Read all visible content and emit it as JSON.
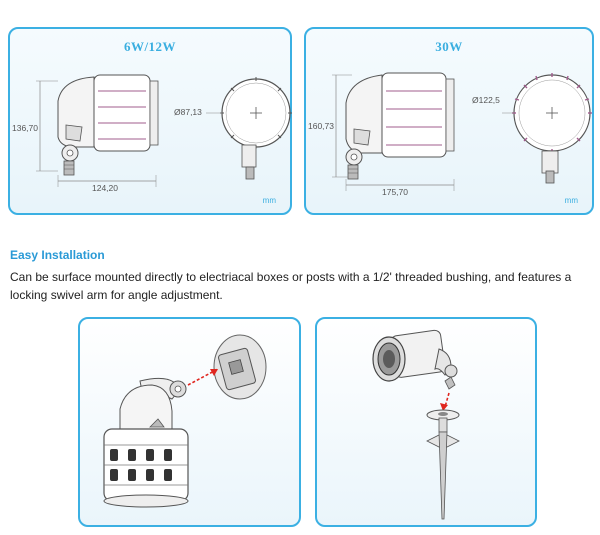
{
  "spec_panels": [
    {
      "title": "6W/12W",
      "height_dim": "136,70",
      "width_dim": "124,20",
      "diameter_dim": "Ø87,13",
      "unit": "mm"
    },
    {
      "title": "30W",
      "height_dim": "160,73",
      "width_dim": "175,70",
      "diameter_dim": "Ø122,5",
      "unit": "mm"
    }
  ],
  "installation": {
    "title": "Easy Installation",
    "description": "Can be surface mounted directly to electriacal boxes or posts with a 1/2' threaded bushing, and features a locking swivel arm for angle adjustment."
  },
  "colors": {
    "accent": "#3aaee0",
    "panel_border": "#3bb0e3",
    "arrow": "#e0261f"
  },
  "icons": [
    "side-view-drawing",
    "front-view-drawing",
    "junction-box-mount-illustration",
    "ground-stake-mount-illustration"
  ]
}
